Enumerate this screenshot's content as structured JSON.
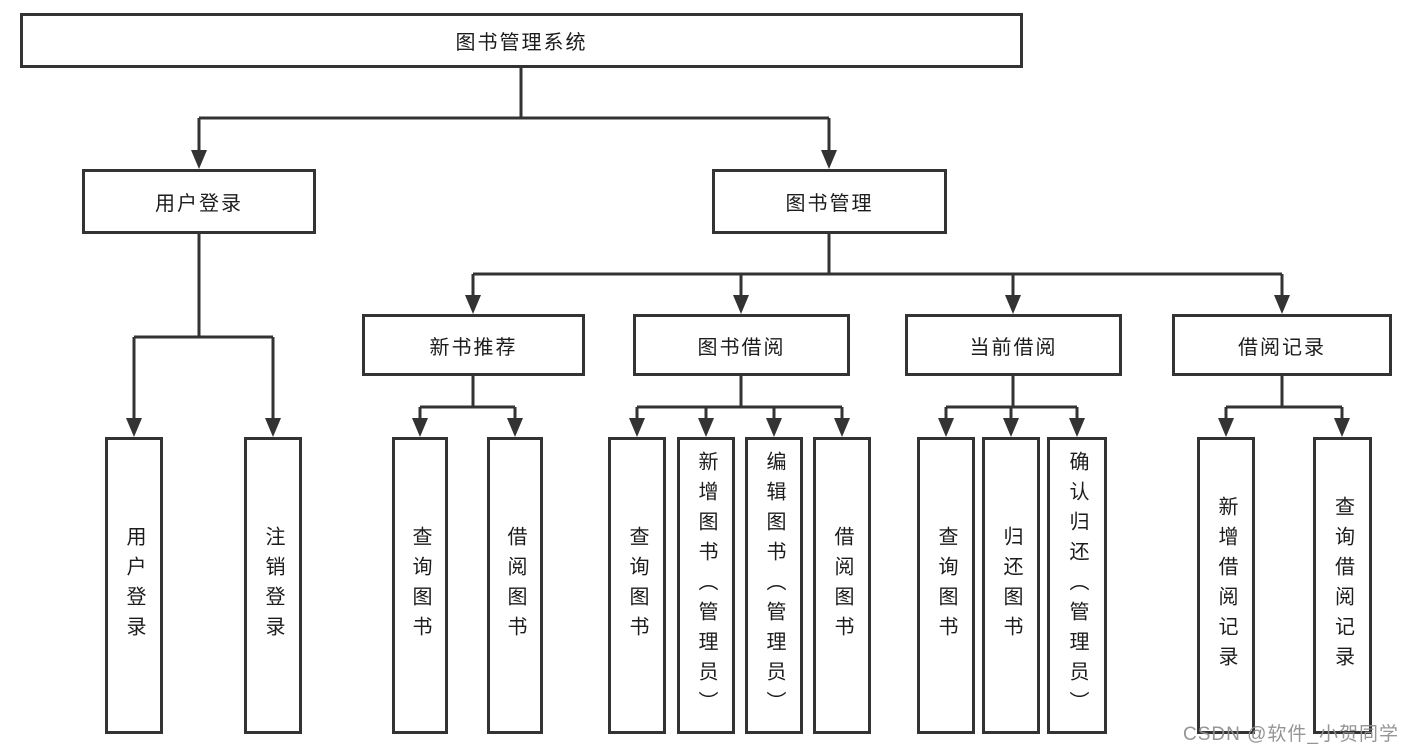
{
  "diagram": {
    "root": "图书管理系统",
    "level2": [
      {
        "label": "用户登录",
        "children": [
          "用户登录",
          "注销登录"
        ]
      },
      {
        "label": "图书管理",
        "children": []
      }
    ],
    "level3": [
      {
        "label": "新书推荐",
        "children": [
          "查询图书",
          "借阅图书"
        ]
      },
      {
        "label": "图书借阅",
        "children": [
          "查询图书",
          "新增图书（管理员）",
          "编辑图书（管理员）",
          "借阅图书"
        ]
      },
      {
        "label": "当前借阅",
        "children": [
          "查询图书",
          "归还图书",
          "确认归还（管理员）"
        ]
      },
      {
        "label": "借阅记录",
        "children": [
          "新增借阅记录",
          "查询借阅记录"
        ]
      }
    ],
    "connector_color": "#333333"
  },
  "watermark": "CSDN @软件_小贺同学"
}
